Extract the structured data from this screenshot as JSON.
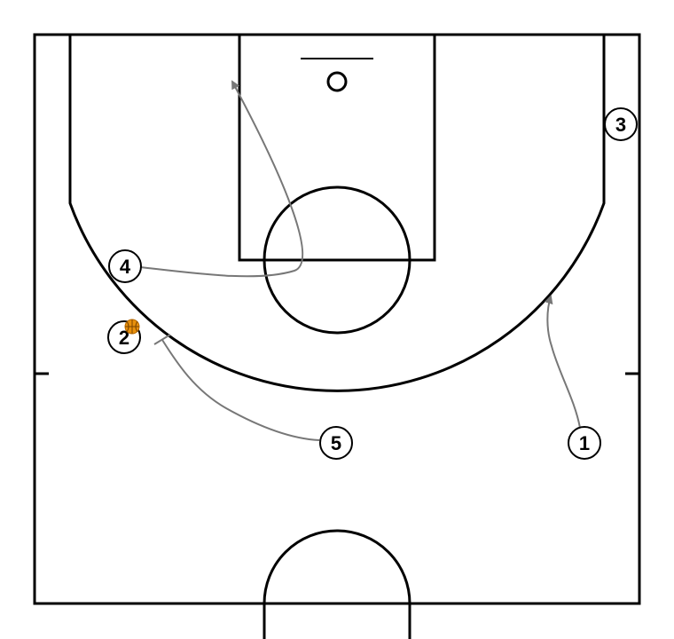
{
  "colors": {
    "court_lines": "#000000",
    "movement": "#777777",
    "ball": "#e8900c",
    "background": "#ffffff"
  },
  "players": [
    {
      "id": "player-1",
      "label": "1"
    },
    {
      "id": "player-2",
      "label": "2",
      "has_ball": true
    },
    {
      "id": "player-3",
      "label": "3"
    },
    {
      "id": "player-4",
      "label": "4"
    },
    {
      "id": "player-5",
      "label": "5"
    }
  ],
  "actions": [
    {
      "player": "1",
      "type": "cut"
    },
    {
      "player": "4",
      "type": "cut"
    },
    {
      "player": "5",
      "type": "screen"
    }
  ]
}
